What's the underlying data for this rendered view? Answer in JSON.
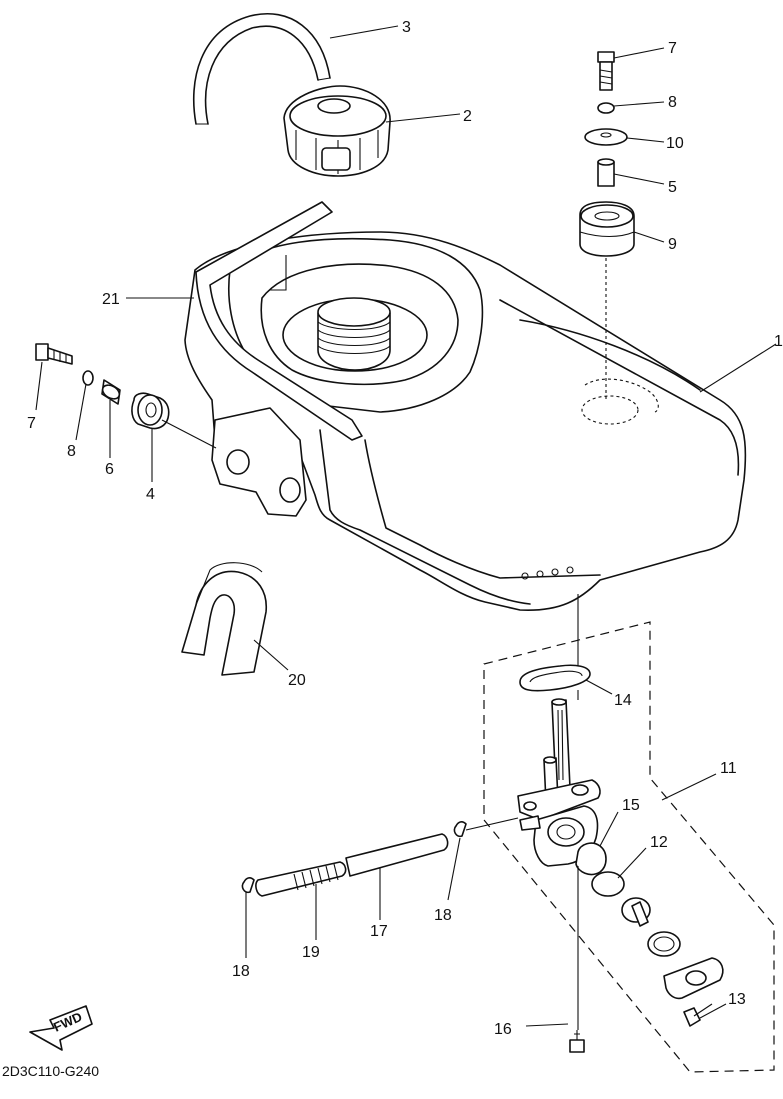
{
  "diagram": {
    "drawing_code": "2D3C110-G240",
    "fwd_label": "FWD",
    "callouts": {
      "c1": "1",
      "c2": "2",
      "c3": "3",
      "c4": "4",
      "c5": "5",
      "c6": "6",
      "c7a": "7",
      "c7b": "7",
      "c8a": "8",
      "c8b": "8",
      "c9": "9",
      "c10": "10",
      "c11": "11",
      "c12": "12",
      "c13": "13",
      "c14": "14",
      "c15": "15",
      "c16": "16",
      "c17": "17",
      "c18a": "18",
      "c18b": "18",
      "c19": "19",
      "c20": "20",
      "c21": "21"
    }
  }
}
